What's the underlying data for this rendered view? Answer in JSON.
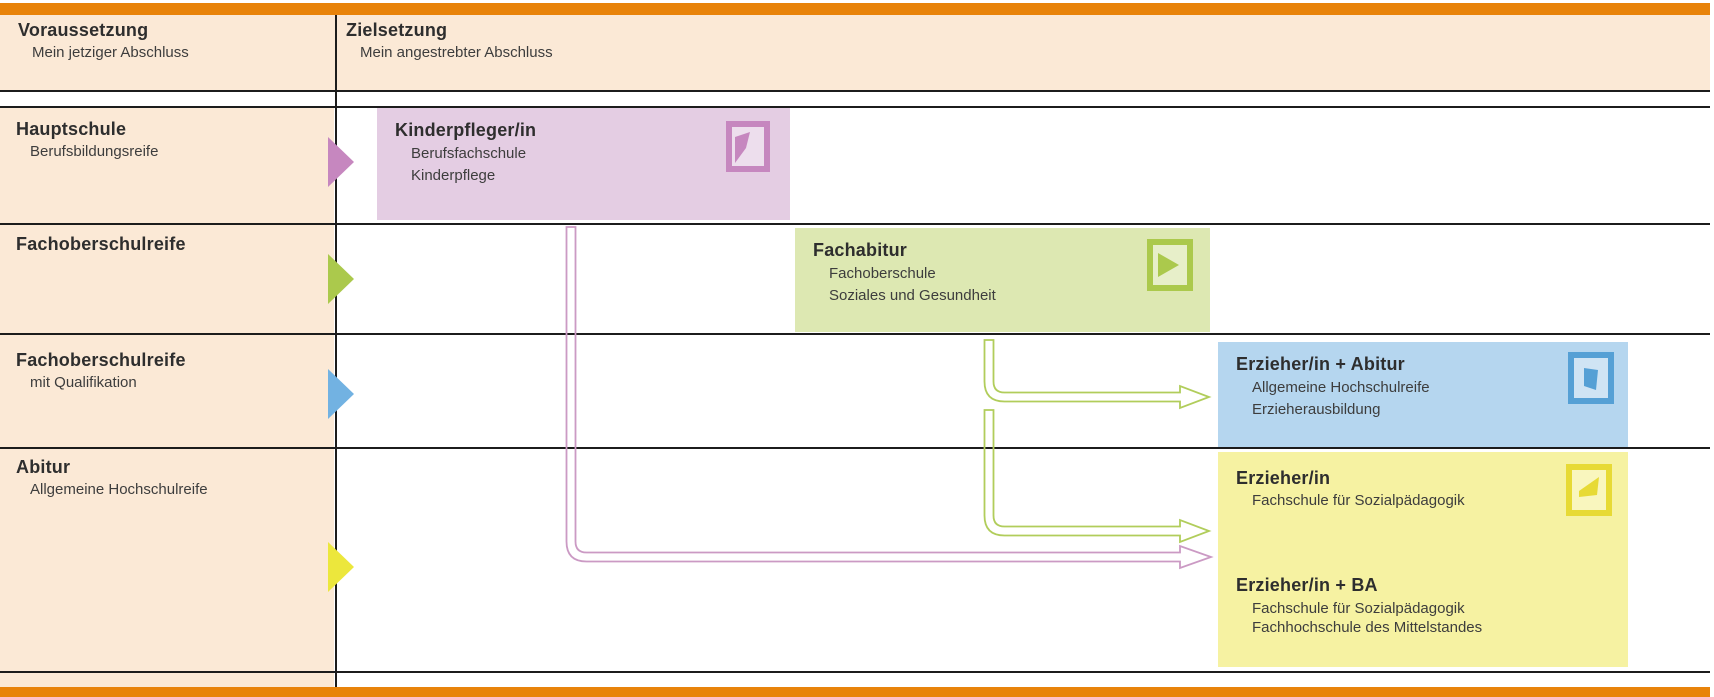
{
  "header": {
    "left": {
      "title": "Voraussetzung",
      "subtitle": "Mein jetziger Abschluss"
    },
    "right": {
      "title": "Zielsetzung",
      "subtitle": "Mein angestrebter Abschluss"
    }
  },
  "prerequisites": [
    {
      "title": "Hauptschule",
      "subtitle": "Berufsbildungsreife"
    },
    {
      "title": "Fachoberschulreife",
      "subtitle": ""
    },
    {
      "title": "Fachoberschulreife",
      "subtitle": "mit Qualifikation"
    },
    {
      "title": "Abitur",
      "subtitle": "Allgemeine Hochschulreife"
    }
  ],
  "programs": [
    {
      "title": "Kinderpfleger/in",
      "line1": "Berufsfachschule",
      "line2": "Kinderpflege"
    },
    {
      "title": "Fachabitur",
      "line1": "Fachoberschule",
      "line2": "Soziales und Gesundheit"
    },
    {
      "title": "Erzieher/in + Abitur",
      "line1": "Allgemeine Hochschulreife",
      "line2": "Erzieherausbildung"
    },
    {
      "title": "Erzieher/in",
      "line1": "Fachschule für Sozialpädagogik",
      "line2": ""
    },
    {
      "title": "Erzieher/in + BA",
      "line1": "Fachschule für Sozialpädagogik",
      "line2": "Fachhochschule des Mittelstandes"
    }
  ],
  "colors": {
    "orange": "#e8830a",
    "peach": "#fbe9d6",
    "pink_fill": "#e4cde3",
    "pink_accent": "#c687bf",
    "pink_connector": "#cb9ac4",
    "green_fill": "#dde8b2",
    "green_accent": "#abc94c",
    "green_connector": "#b1cd5b",
    "blue_fill": "#b5d6ef",
    "blue_accent": "#55a0d5",
    "yellow_fill": "#f6f2a2",
    "yellow_accent": "#e7da35",
    "line": "#1c1c1c"
  }
}
